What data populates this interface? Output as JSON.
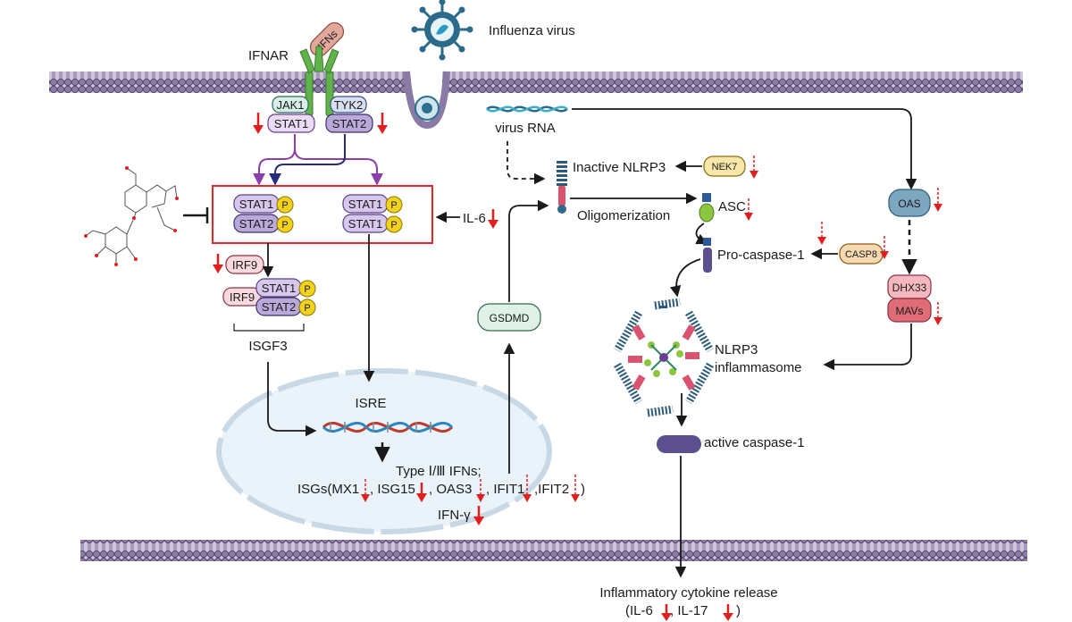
{
  "labels": {
    "influenza_virus": "Influenza virus",
    "ifnar": "IFNAR",
    "ifns": "IFNs",
    "jak1": "JAK1",
    "tyk2": "TYK2",
    "stat1": "STAT1",
    "stat2": "STAT2",
    "p": "P",
    "irf9": "IRF9",
    "isgf3": "ISGF3",
    "il6": "IL-6",
    "virus_rna": "virus RNA",
    "inactive_nlrp3": "Inactive NLRP3",
    "nek7": "NEK7",
    "oligomerization": "Oligomerization",
    "asc": "ASC",
    "pro_caspase1": "Pro-caspase-1",
    "casp8": "CASP8",
    "oas": "OAS",
    "dhx33": "DHX33",
    "mavs": "MAVs",
    "gsdmd": "GSDMD",
    "nlrp3_inflammasome_1": "NLRP3",
    "nlrp3_inflammasome_2": "inflammasome",
    "isre": "ISRE",
    "active_caspase1": "active caspase-1",
    "type_ifns": "Type Ⅰ/Ⅲ IFNs;",
    "isgs_mx1": "ISGs(MX1",
    "isg15": ", ISG15",
    "oas3": ", OAS3",
    "ifit1": ", IFIT1",
    "ifit2": ",IFIT2",
    "close_paren": ")",
    "ifn_gamma": "IFN-γ",
    "cytokine_release": "Inflammatory cytokine release",
    "cytokine_il6": "(IL-6",
    "cytokine_il17": ",   IL-17",
    "cytokine_close": ")"
  },
  "colors": {
    "membrane": "#8a7aa6",
    "membrane_dark": "#3f3550",
    "receptor_green": "#5fb34a",
    "jak_fill": "#d8eee8",
    "stat1_fill": "#d7c7ec",
    "stat2_fill": "#b8a9d9",
    "p_fill": "#f2d21b",
    "irf9_fill": "#f7d9df",
    "red_box": "#e2262d",
    "down_arrow": "#e02020",
    "nucleus_fill": "#eaf3fa",
    "nucleus_edge": "#c8d8e4",
    "nek7_fill": "#f8e7a9",
    "casp8_fill": "#f6d9b0",
    "oas_fill": "#7da7bf",
    "dhx33_fill": "#f4b8be",
    "mavs_fill": "#e06c78",
    "gsdmd_fill": "#dff0e6",
    "caspase_fill": "#5b4f8f",
    "nlrp3_blue": "#2c5a7a",
    "nlrp3_pink": "#d9536f"
  }
}
